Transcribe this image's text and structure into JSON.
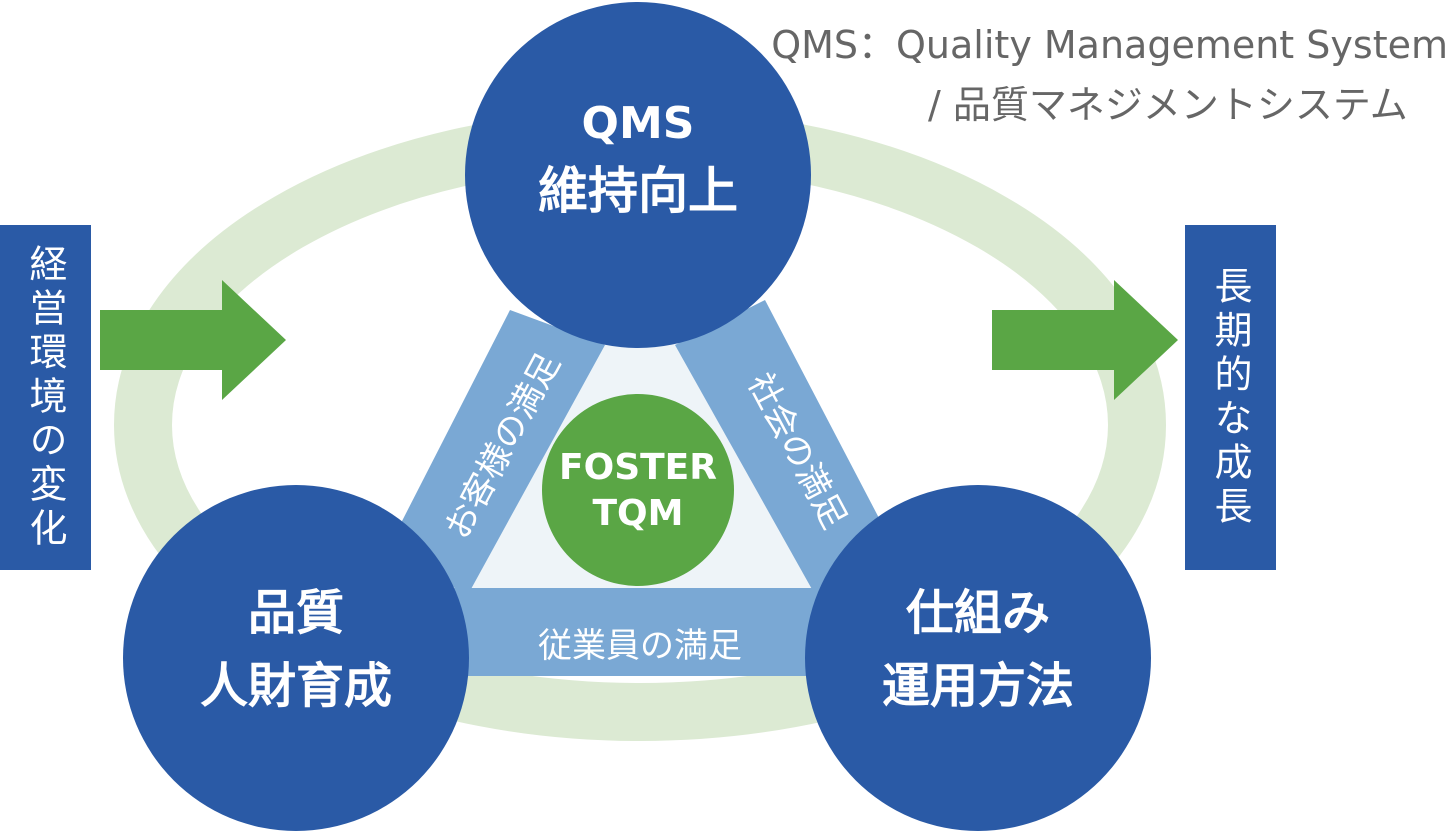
{
  "note": {
    "line1": "QMS：Quality Management System",
    "line2": "/ 品質マネジメントシステム"
  },
  "left_box": {
    "label": "経営環境の変化"
  },
  "right_box": {
    "label": "長期的な成長"
  },
  "circles": {
    "top": {
      "line1": "QMS",
      "line2": "維持向上"
    },
    "bottom_left": {
      "line1": "品質",
      "line2": "人財育成"
    },
    "bottom_right": {
      "line1": "仕組み",
      "line2": "運用方法"
    }
  },
  "center": {
    "line1": "FOSTER",
    "line2": "TQM"
  },
  "sides": {
    "left": "お客様の満足",
    "right": "社会の満足",
    "bottom": "従業員の満足"
  },
  "colors": {
    "circle_blue": "#2a5aa6",
    "side_blue": "#7aa8d4",
    "center_green": "#5aa645",
    "arrow_green": "#5aa645",
    "ring_green": "#dcead3",
    "note_gray": "#666666"
  },
  "icons": [
    "arrow-right-icon",
    "arrow-right-icon"
  ]
}
